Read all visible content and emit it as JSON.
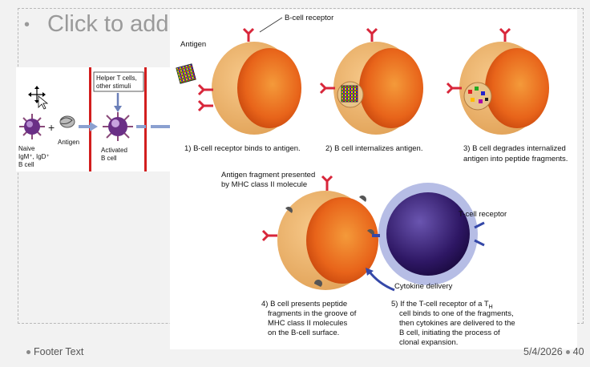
{
  "slide": {
    "title_placeholder": "Click to add"
  },
  "footer": {
    "text": "Footer Text",
    "date": "5/4/2026",
    "page_number": "40"
  },
  "left_figure": {
    "labels": {
      "helper": "Helper T cells,",
      "stimuli": "other stimuli",
      "antigen": "Antigen",
      "naive": "Naive",
      "isotype": "IgM⁺, IgD⁺",
      "bcell": "B cell",
      "activated": "Activated",
      "activated_bcell": "B cell"
    }
  },
  "main_figure": {
    "labels": {
      "bcr": "B-cell receptor",
      "antigen": "Antigen",
      "step1": "1) B-cell receptor binds to antigen.",
      "step2": "2) B cell internalizes antigen.",
      "step3a": "3) B cell degrades internalized",
      "step3b": "antigen into peptide fragments.",
      "frag1": "Antigen fragment presented",
      "frag2": "by MHC class II molecule",
      "tcr": "T-cell receptor",
      "cytokine": "Cytokine delivery",
      "step4a": "4) B cell presents peptide",
      "step4b": "fragments in the groove of",
      "step4c": "MHC class II molecules",
      "step4d": "on the B-cell surface.",
      "step5a": "5) If the T-cell receptor of a T",
      "step5sub": "H",
      "step5b": "cell binds to one of the fragments,",
      "step5c": "then cytokines are delivered to the",
      "step5d": "B cell, initiating the process of",
      "step5e": "clonal expansion."
    }
  }
}
